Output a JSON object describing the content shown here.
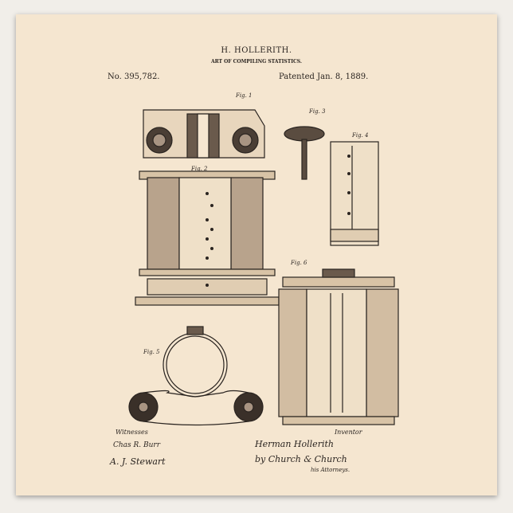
{
  "header": {
    "inventor": "H. HOLLERITH.",
    "title": "ART OF COMPILING STATISTICS.",
    "patent_number": "No. 395,782.",
    "patent_date": "Patented Jan. 8, 1889."
  },
  "figures": [
    "Fig. 1",
    "Fig. 2",
    "Fig. 3",
    "Fig. 4",
    "Fig. 5",
    "Fig. 6"
  ],
  "footer": {
    "witnesses_label": "Witnesses",
    "inventor_label": "Inventor",
    "inventor_signature": "Herman Hollerith",
    "attorneys_signature": "by Church & Church",
    "attorneys_label": "his Attorneys."
  },
  "colors": {
    "paper": "#f5e6d0",
    "ink": "#2a2420",
    "background": "#f1eee9"
  }
}
